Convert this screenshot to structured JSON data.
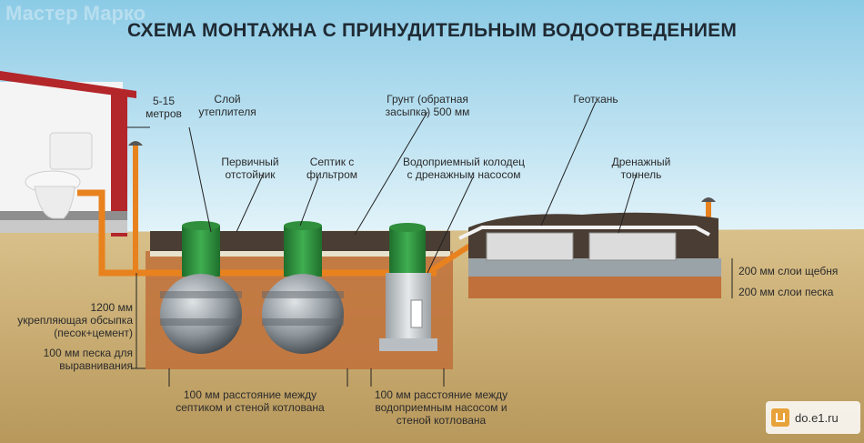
{
  "watermark": "Мастер Марко",
  "title": "СХЕМА МОНТАЖНА С ПРИНУДИТЕЛЬНЫМ ВОДООТВЕДЕНИЕМ",
  "labels": {
    "distance": "5-15\nметров",
    "insulation": "Слой\nутеплителя",
    "primary_tank": "Первичный\nотстойник",
    "septic_filter": "Септик с\nфильтром",
    "backfill": "Грунт (обратная\nзасыпка) 500 мм",
    "receiving_well": "Водоприемный колодец\nс дренажным насосом",
    "geotextile": "Геоткань",
    "drainage_tunnel": "Дренажный\nтоннель",
    "gravel_layer": "200 мм слои щебня",
    "sand_layer": "200 мм слои песка",
    "casing": "1200 мм\nукрепляющая обсыпка\n(песок+цемент)",
    "sand_leveling": "100 мм песка для\nвыравнивания",
    "gap_septic": "100 мм расстояние между\nсептиком и  стеной котлована",
    "gap_well": "100 мм расстояние между\nводоприемным насосом и\nстеной котлована"
  },
  "badge": {
    "text": "do.e1.ru"
  },
  "colors": {
    "sky": "#bfe3f2",
    "soil": "#c9ab6e",
    "pit": "#c0703a",
    "pipe": "#e8821e",
    "tank_neck": "#2f8f3c",
    "house_wall": "#b3262a"
  }
}
